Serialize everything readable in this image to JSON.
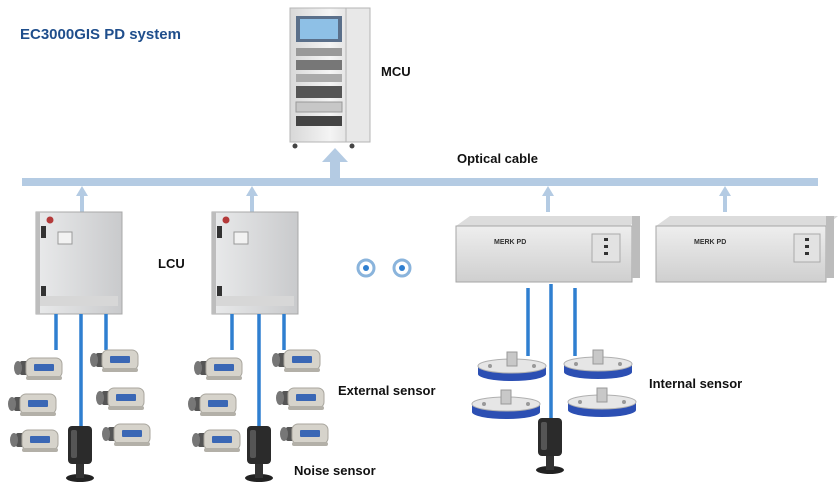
{
  "title": "EC3000GIS PD system",
  "labels": {
    "mcu": "MCU",
    "optical_cable": "Optical cable",
    "lcu": "LCU",
    "external_sensor": "External sensor",
    "noise_sensor": "Noise sensor",
    "internal_sensor": "Internal sensor",
    "rack_brand": "MERK PD"
  },
  "colors": {
    "cable": "#b4cbe3",
    "wire": "#2f7fd0",
    "title": "#1f4e8c"
  }
}
